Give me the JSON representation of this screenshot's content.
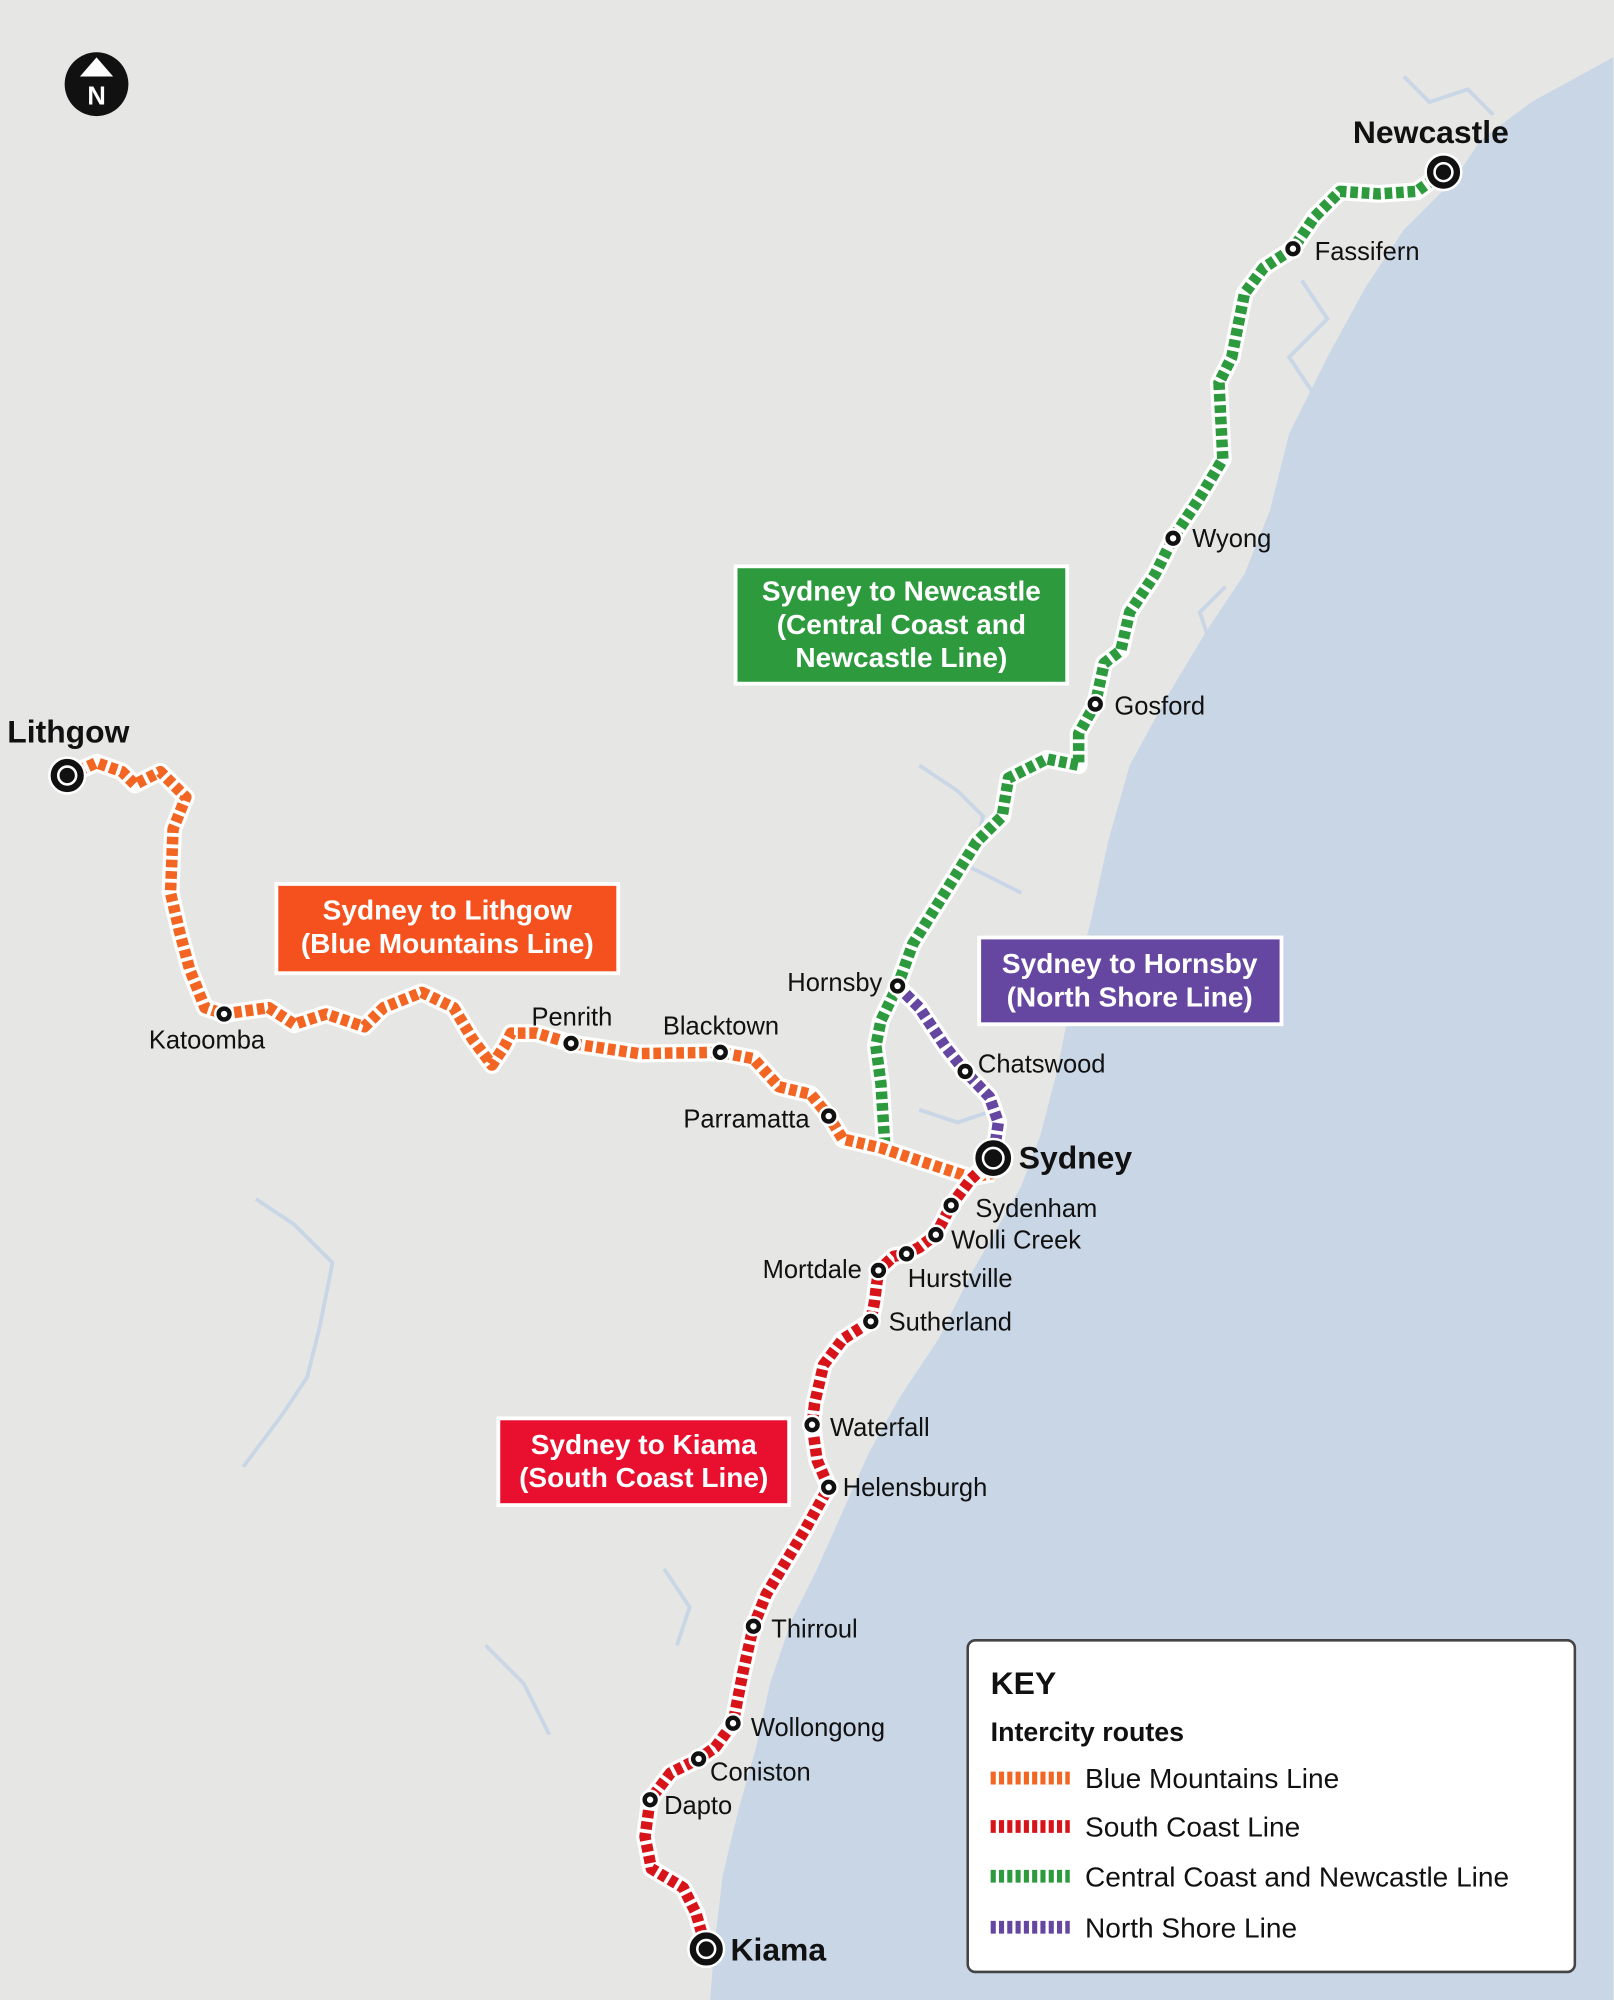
{
  "compass": {
    "label": "N"
  },
  "colors": {
    "land": "#e6e6e5",
    "sea": "#c9d6e6",
    "blue_mountains": "#f26522",
    "south_coast": "#d7141a",
    "central_coast": "#2d9a3e",
    "north_shore": "#6546a0"
  },
  "callouts": {
    "newcastle": [
      "Sydney to Newcastle",
      "(Central Coast and",
      "Newcastle Line)"
    ],
    "lithgow": [
      "Sydney to Lithgow",
      "(Blue Mountains Line)"
    ],
    "hornsby": [
      "Sydney to Hornsby",
      "(North Shore Line)"
    ],
    "kiama": [
      "Sydney to Kiama",
      "(South Coast Line)"
    ]
  },
  "termini": {
    "newcastle": "Newcastle",
    "lithgow": "Lithgow",
    "sydney": "Sydney",
    "kiama": "Kiama"
  },
  "stations": {
    "fassifern": "Fassifern",
    "wyong": "Wyong",
    "gosford": "Gosford",
    "hornsby": "Hornsby",
    "chatswood": "Chatswood",
    "katoomba": "Katoomba",
    "penrith": "Penrith",
    "blacktown": "Blacktown",
    "parramatta": "Parramatta",
    "sydenham": "Sydenham",
    "wolli_creek": "Wolli Creek",
    "mortdale": "Mortdale",
    "hurstville": "Hurstville",
    "sutherland": "Sutherland",
    "waterfall": "Waterfall",
    "helensburgh": "Helensburgh",
    "thirroul": "Thirroul",
    "wollongong": "Wollongong",
    "coniston": "Coniston",
    "dapto": "Dapto"
  },
  "key": {
    "title": "KEY",
    "subtitle": "Intercity routes",
    "items": [
      "Blue Mountains Line",
      "South Coast Line",
      "Central Coast and Newcastle Line",
      "North Shore Line"
    ]
  }
}
